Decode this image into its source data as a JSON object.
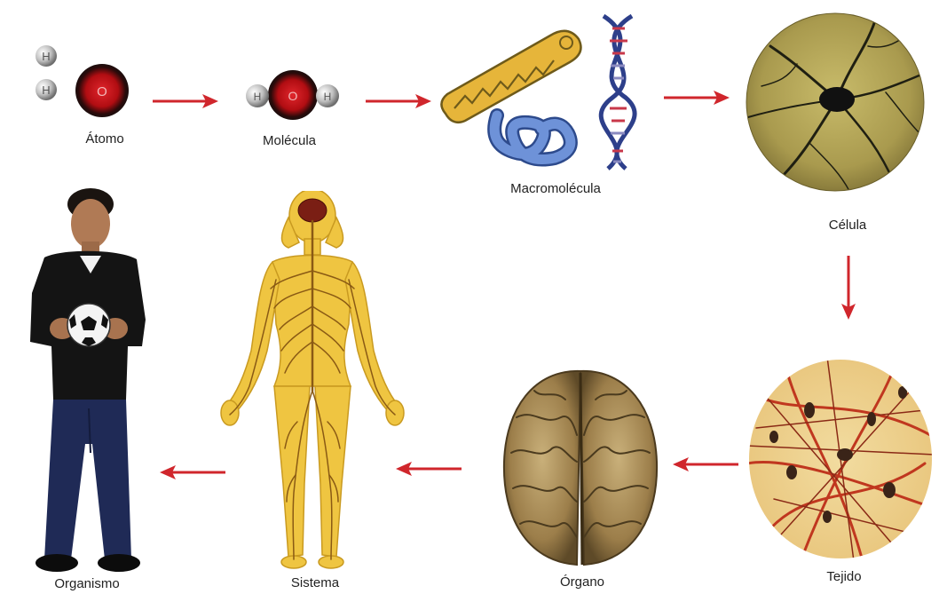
{
  "stages": [
    {
      "id": "atomo",
      "label": "Átomo"
    },
    {
      "id": "molecula",
      "label": "Molécula"
    },
    {
      "id": "macromolecula",
      "label": "Macromolécula"
    },
    {
      "id": "celula",
      "label": "Célula"
    },
    {
      "id": "tejido",
      "label": "Tejido"
    },
    {
      "id": "organo",
      "label": "Órgano"
    },
    {
      "id": "sistema",
      "label": "Sistema"
    },
    {
      "id": "organismo",
      "label": "Organismo"
    }
  ],
  "atom_symbols": {
    "hydrogen": "H",
    "oxygen": "O"
  },
  "colors": {
    "arrow": "#d0262c",
    "oxygen": "#c8151b",
    "gold": "#e6b53a",
    "blue": "#5b7fc8",
    "cell_bg": "#b7a85a",
    "tissue_red": "#c0371f"
  }
}
